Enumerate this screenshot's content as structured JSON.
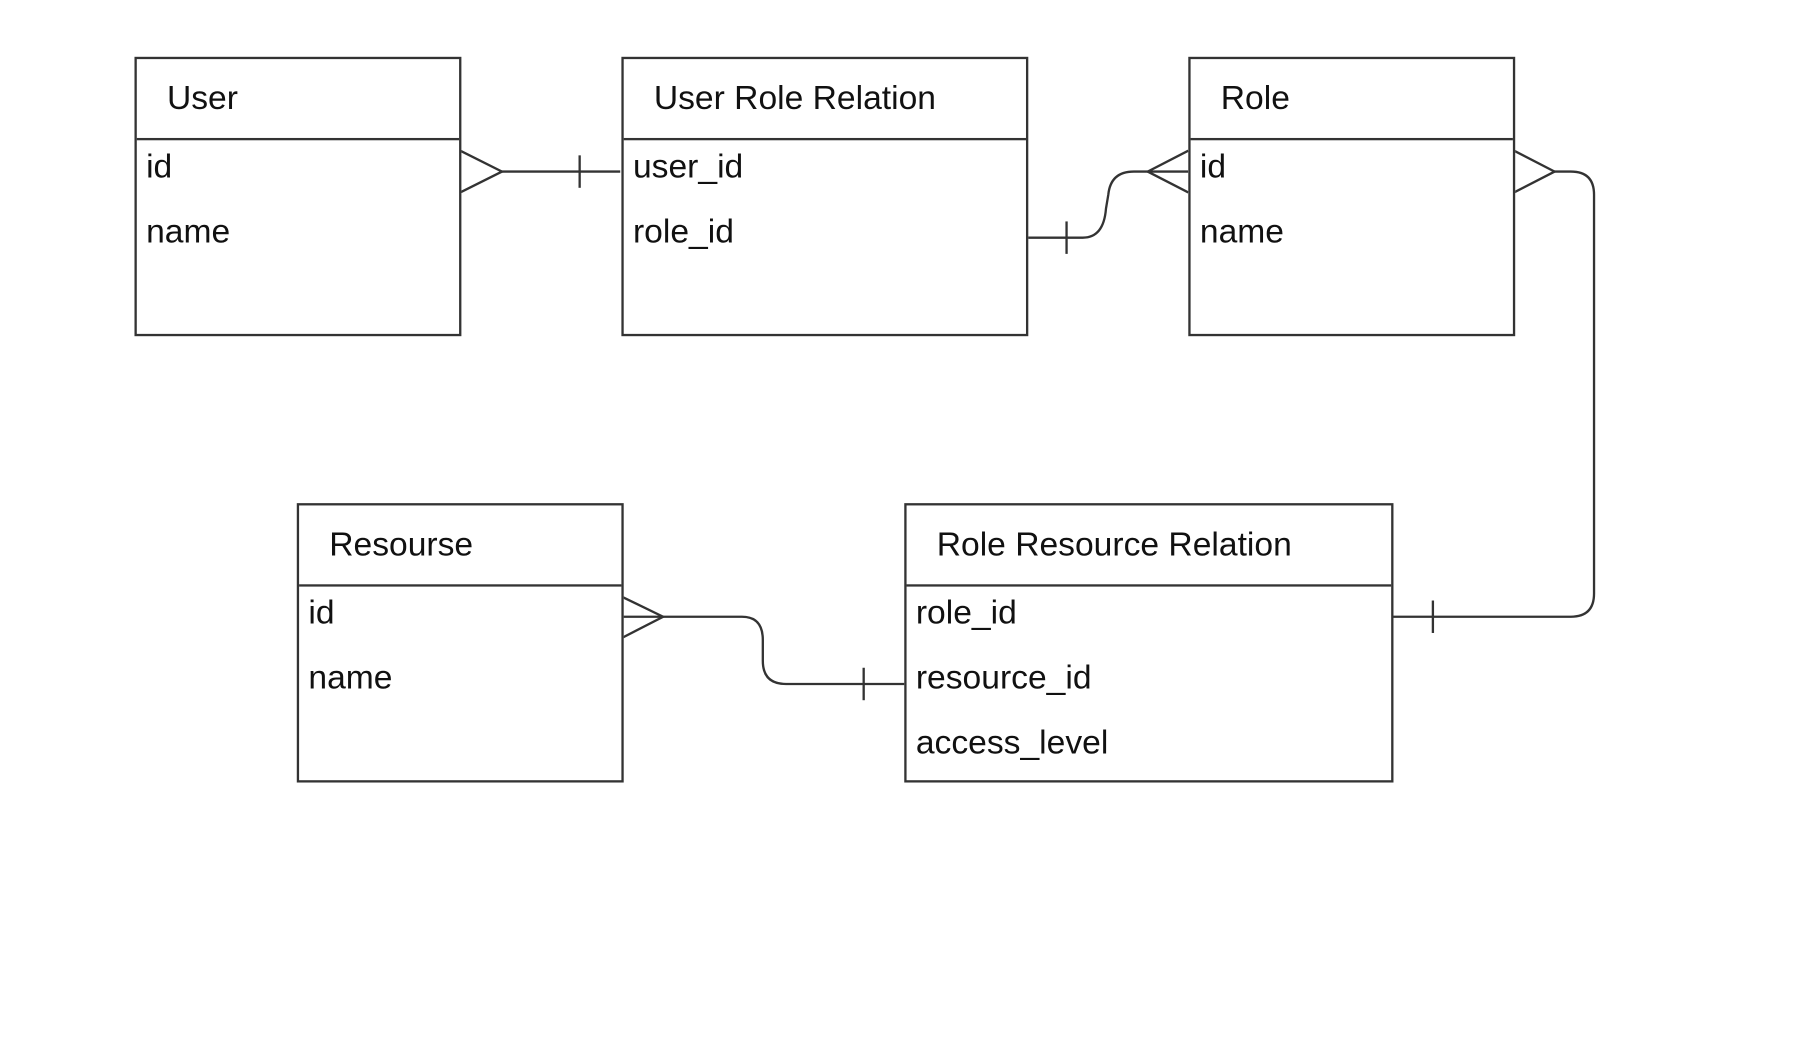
{
  "entities": {
    "user": {
      "title": "User",
      "fields": [
        "id",
        "name"
      ]
    },
    "user_role_relation": {
      "title": "User Role Relation",
      "fields": [
        "user_id",
        "role_id"
      ]
    },
    "role": {
      "title": "Role",
      "fields": [
        "id",
        "name"
      ]
    },
    "resourse": {
      "title": "Resourse",
      "fields": [
        "id",
        "name"
      ]
    },
    "role_resource_relation": {
      "title": "Role Resource Relation",
      "fields": [
        "role_id",
        "resource_id",
        "access_level"
      ]
    }
  },
  "relationships": [
    {
      "from": "user.id",
      "from_cardinality": "many",
      "to": "user_role_relation.user_id",
      "to_cardinality": "one"
    },
    {
      "from": "user_role_relation.role_id",
      "from_cardinality": "one",
      "to": "role.id",
      "to_cardinality": "many"
    },
    {
      "from": "role.id",
      "from_cardinality": "many",
      "to": "role_resource_relation.role_id",
      "to_cardinality": "one"
    },
    {
      "from": "resourse.id",
      "from_cardinality": "many",
      "to": "role_resource_relation.resource_id",
      "to_cardinality": "one"
    }
  ]
}
